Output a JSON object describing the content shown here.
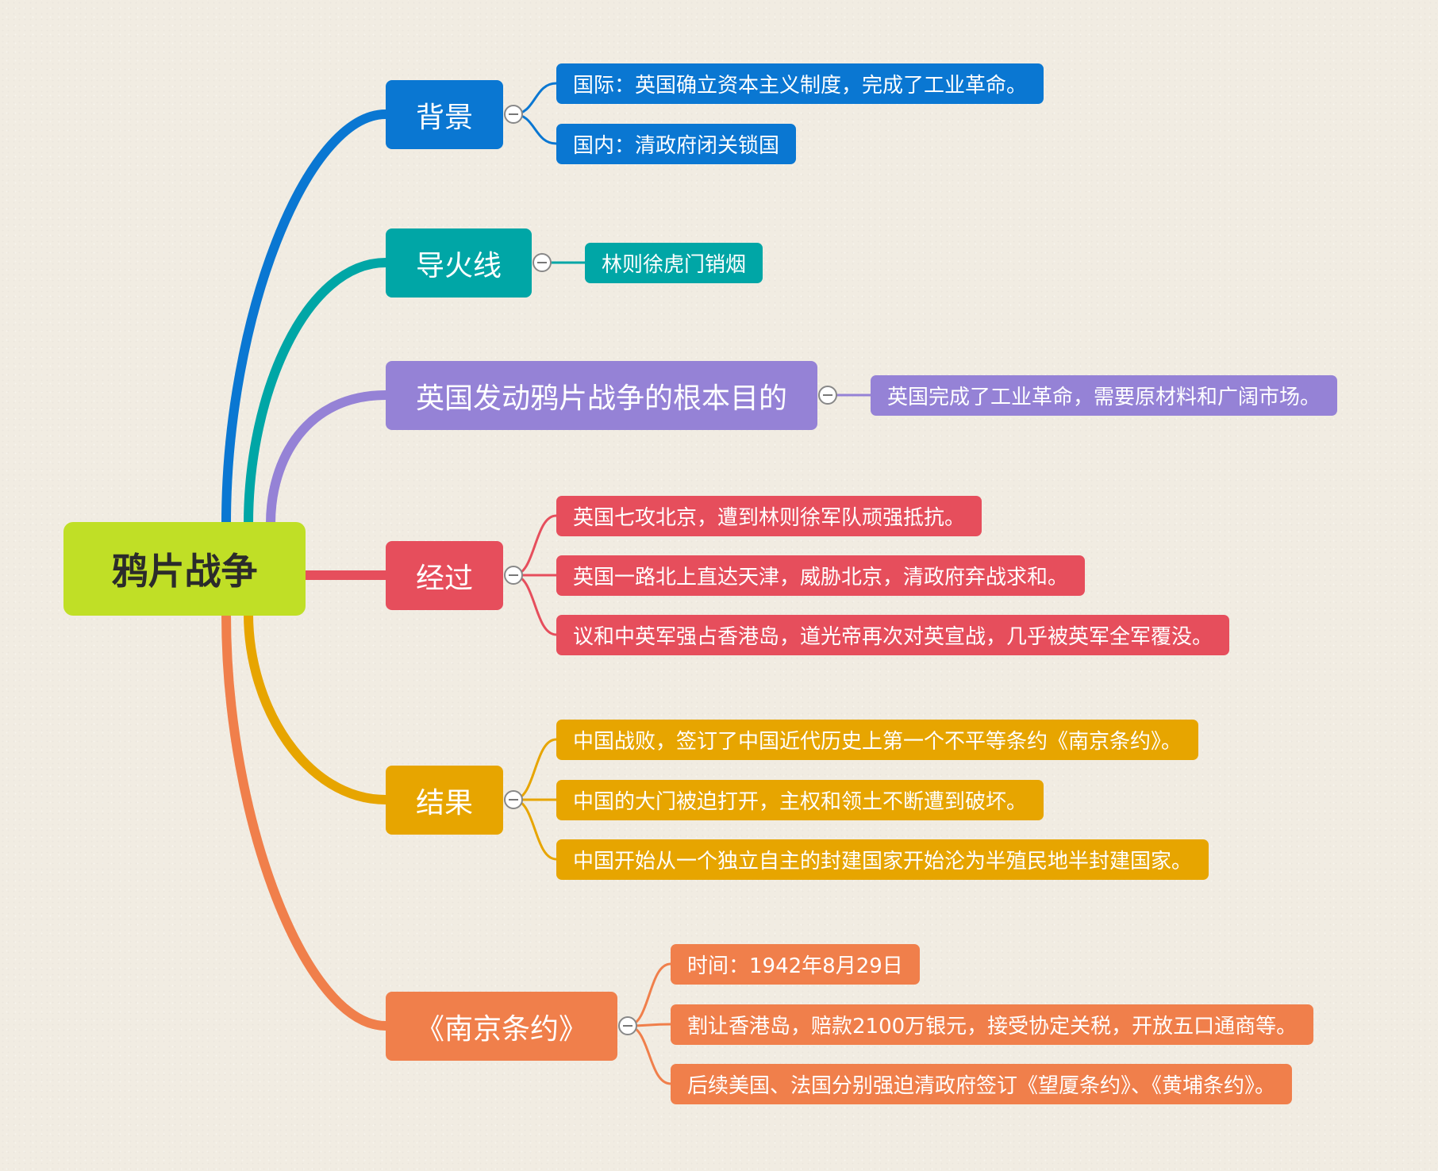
{
  "theme": {
    "background": "#f1ece2",
    "root_color": "#c0df26",
    "branch_colors": [
      "#0a77d2",
      "#00a6a6",
      "#9582d6",
      "#e64e5c",
      "#e7a500",
      "#f07f4b"
    ]
  },
  "root": {
    "label": "鸦片战争"
  },
  "branches": [
    {
      "label": "背景",
      "children": [
        "国际：英国确立资本主义制度，完成了工业革命。",
        "国内：清政府闭关锁国"
      ]
    },
    {
      "label": "导火线",
      "children": [
        "林则徐虎门销烟"
      ]
    },
    {
      "label": "英国发动鸦片战争的根本目的",
      "children": [
        "英国完成了工业革命，需要原材料和广阔市场。"
      ]
    },
    {
      "label": "经过",
      "children": [
        "英国七攻北京，遭到林则徐军队顽强抵抗。",
        "英国一路北上直达天津，威胁北京，清政府弃战求和。",
        "议和中英军强占香港岛，道光帝再次对英宣战，几乎被英军全军覆没。"
      ]
    },
    {
      "label": "结果",
      "children": [
        "中国战败，签订了中国近代历史上第一个不平等条约《南京条约》。",
        "中国的大门被迫打开，主权和领土不断遭到破坏。",
        "中国开始从一个独立自主的封建国家开始沦为半殖民地半封建国家。"
      ]
    },
    {
      "label": "《南京条约》",
      "children": [
        "时间：1942年8月29日",
        "割让香港岛，赔款2100万银元，接受协定关税，开放五口通商等。",
        "后续美国、法国分别强迫清政府签订《望厦条约》、《黄埔条约》。"
      ]
    }
  ]
}
